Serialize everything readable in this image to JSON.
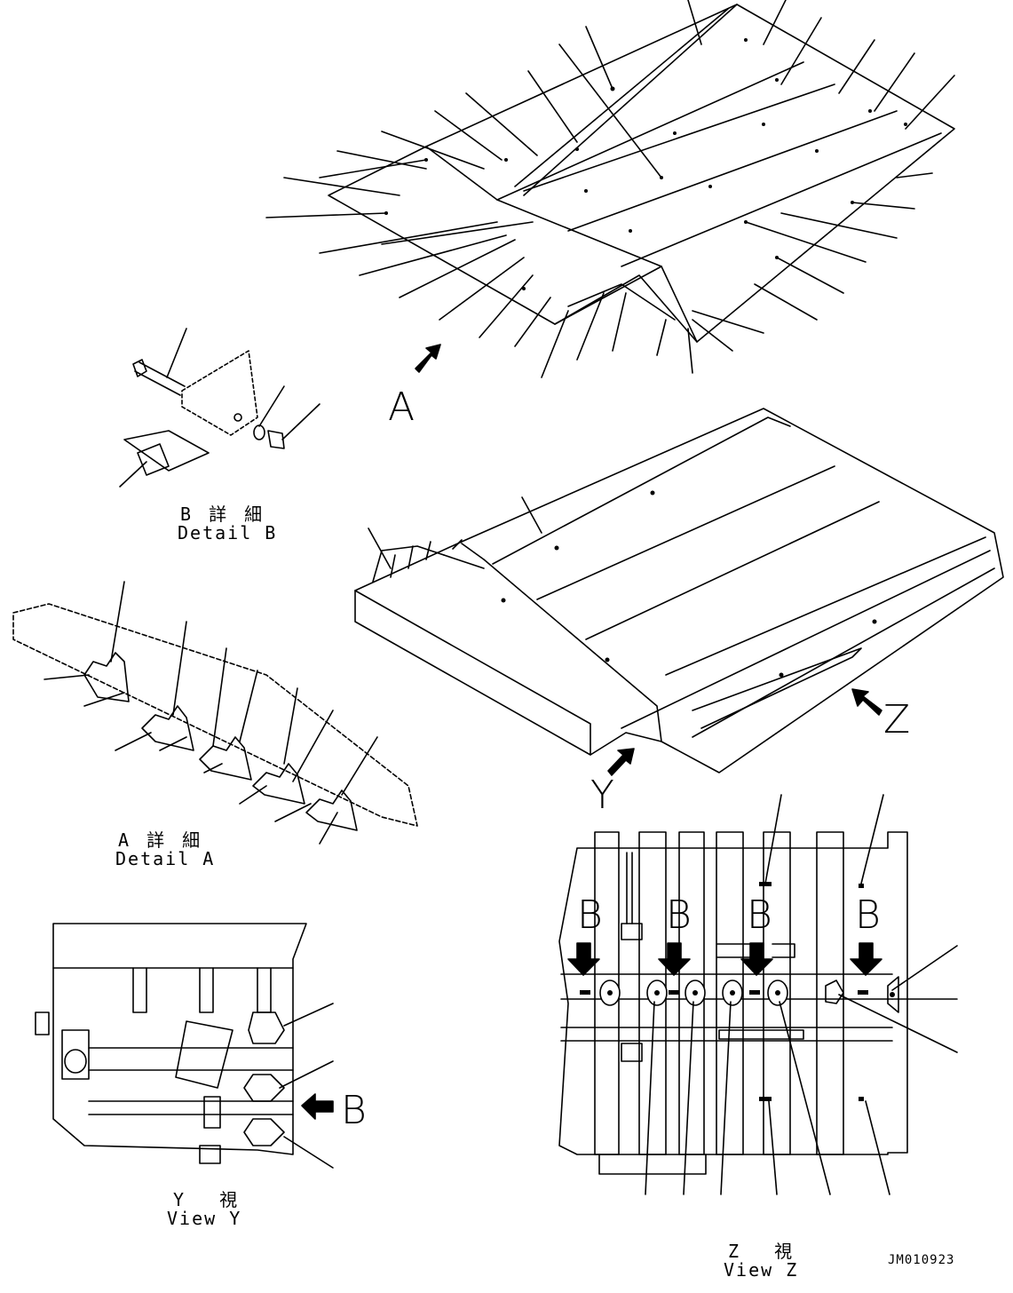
{
  "views": {
    "detail_b": {
      "jp": "B 詳 細",
      "en": "Detail B"
    },
    "detail_a": {
      "jp": "A 詳 細",
      "en": "Detail A"
    },
    "view_y": {
      "jp": "Y 視",
      "en": "View Y"
    },
    "view_z": {
      "jp": "Z 視",
      "en": "View Z"
    }
  },
  "arrows": {
    "a": "A",
    "y": "Y",
    "z": "Z",
    "b": "B"
  },
  "view_z_b_marks": [
    "B",
    "B",
    "B",
    "B"
  ],
  "drawing_code": "JM010923"
}
